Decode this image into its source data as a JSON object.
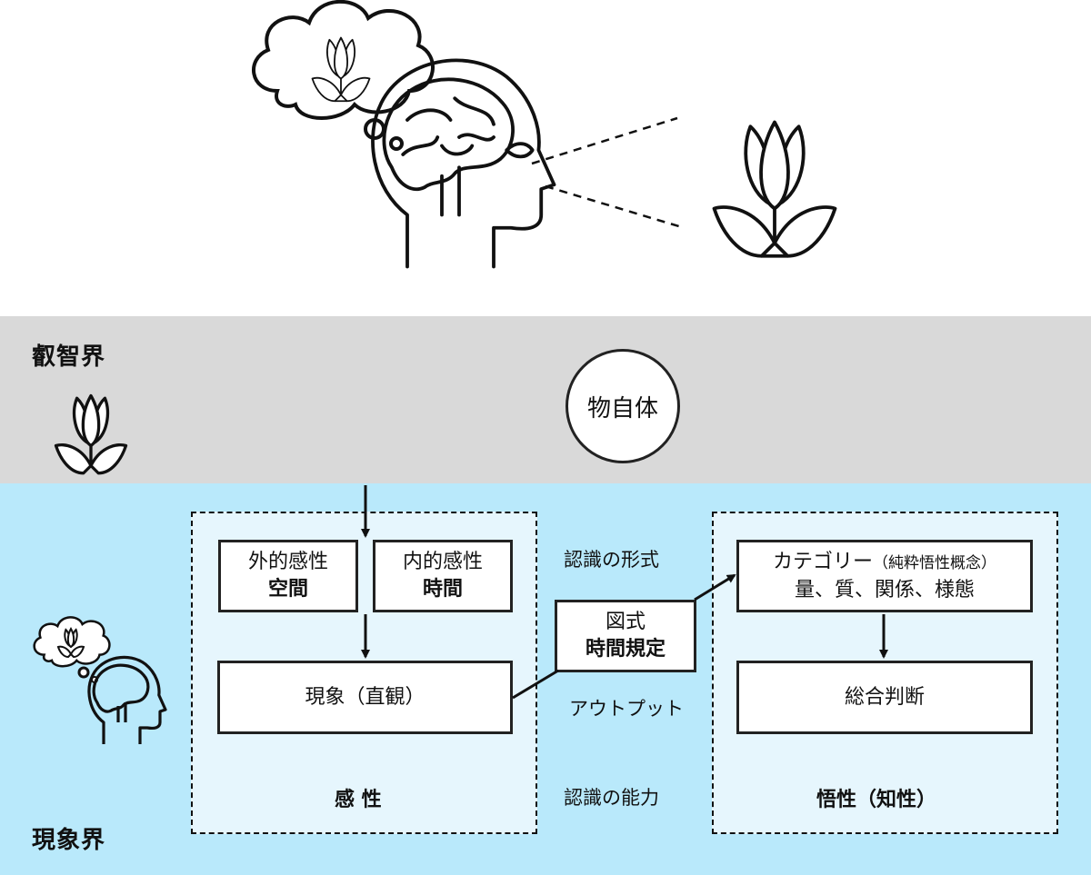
{
  "regions": {
    "noumenal": "叡智界",
    "phenomenal": "現象界"
  },
  "thing_in_itself": "物自体",
  "sensibility": {
    "outer": {
      "line1": "外的感性",
      "line2": "空間"
    },
    "inner": {
      "line1": "内的感性",
      "line2": "時間"
    },
    "phenomenon": "現象（直観）",
    "title": "感 性"
  },
  "schema": {
    "line1": "図式",
    "line2": "時間規定"
  },
  "understanding": {
    "categories_line1": "カテゴリー",
    "categories_paren": "（純粋悟性概念）",
    "categories_line2": "量、質、関係、様態",
    "synthesis": "総合判断",
    "title": "悟性（知性）"
  },
  "side_labels": {
    "forms": "認識の形式",
    "output": "アウトプット",
    "faculty": "認識の能力"
  },
  "colors": {
    "noumenal_band": "#d9d9d9",
    "phenomenal_band": "#b9e9fb",
    "dashed_box_fill": "#e6f6fd",
    "line": "#111111"
  },
  "icons": [
    "tulip-icon",
    "thought-bubble-icon",
    "head-brain-icon",
    "eye-sight-lines-icon"
  ]
}
